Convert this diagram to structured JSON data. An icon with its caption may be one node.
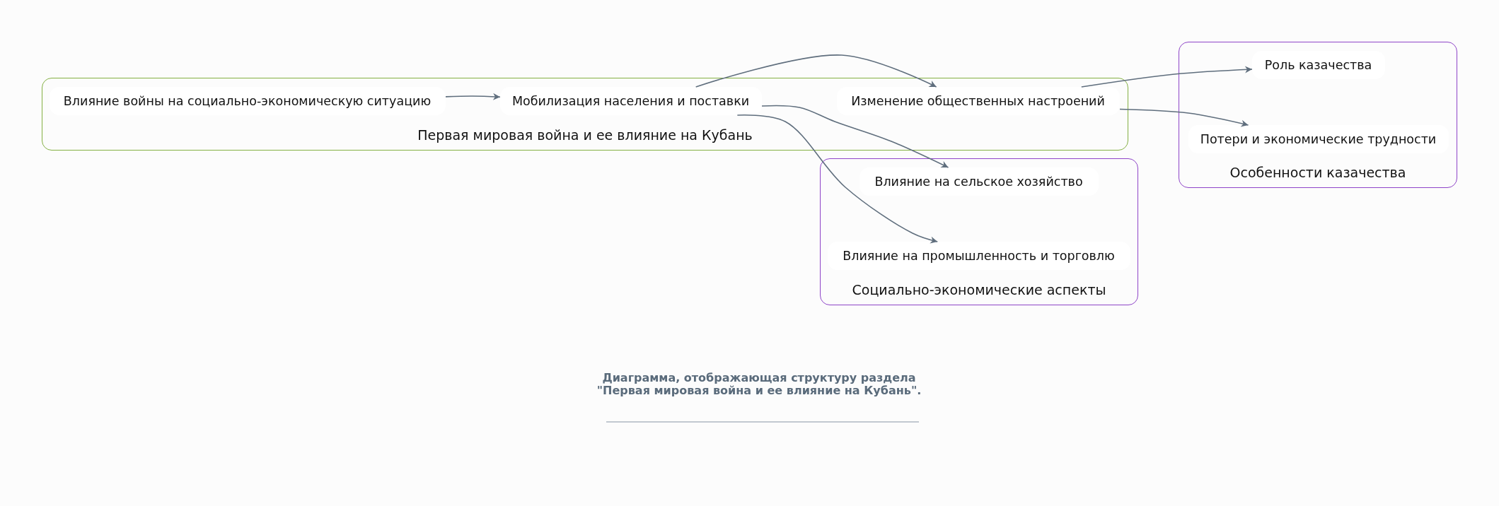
{
  "diagram": {
    "caption": "Диаграмма, отображающая структуру раздела \"Первая мировая война и ее влияние на Кубань\".",
    "nodes": [
      {
        "text": [
          "Первая мировая война и ее влияние на Кубань"
        ]
      },
      {
        "text": [
          "Влияние войны на социально-экономическую ситуацию"
        ],
        "in": 0
      },
      {
        "text": [
          "Мобилизация населения и поставки"
        ],
        "in": 0
      },
      {
        "text": [
          "Изменение общественных настроений"
        ],
        "in": 0
      },
      {
        "text": [
          "Социально-экономические аспекты"
        ]
      },
      {
        "text": [
          "Влияние на сельское хозяйство"
        ],
        "in": 4
      },
      {
        "text": [
          "Влияние на промышленность и торговлю"
        ],
        "in": 4
      },
      {
        "text": [
          "Особенности казачества"
        ]
      },
      {
        "text": [
          "Роль казачества"
        ],
        "in": 7
      },
      {
        "text": [
          "Потери и экономические трудности"
        ],
        "in": 7
      }
    ],
    "edges": [
      {
        "from": 1,
        "to": 2,
        "arrow": "to"
      },
      {
        "from": 2,
        "to": 3,
        "arrow": "to"
      },
      {
        "from": 2,
        "to": 5,
        "arrow": "to"
      },
      {
        "from": 2,
        "to": 6,
        "arrow": "to"
      },
      {
        "from": 3,
        "to": 8,
        "arrow": "to"
      },
      {
        "from": 3,
        "to": 9,
        "arrow": "to"
      }
    ]
  }
}
